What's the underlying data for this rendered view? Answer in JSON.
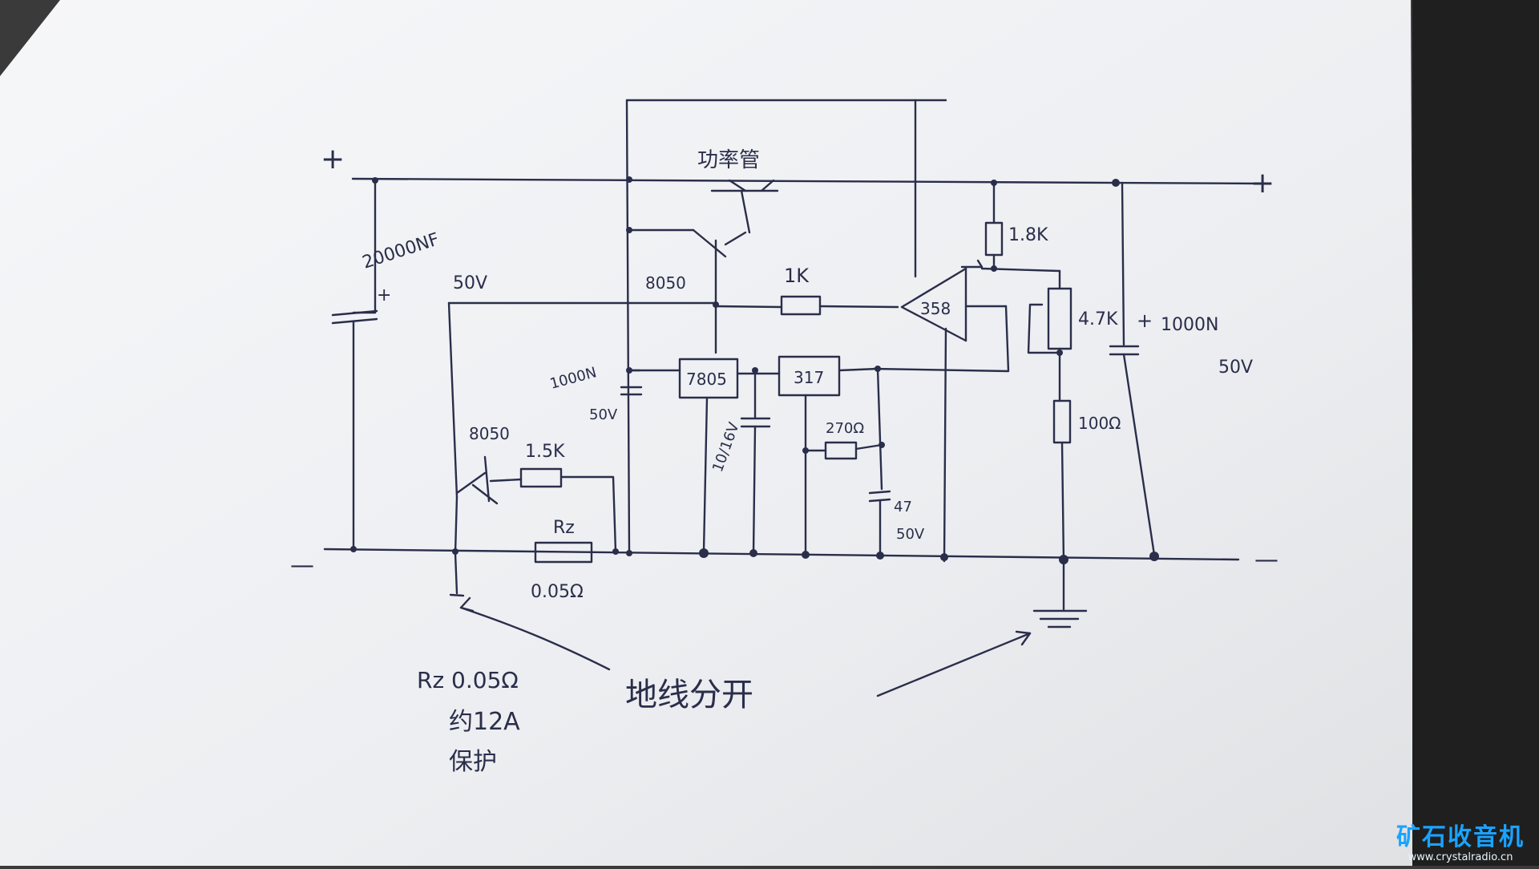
{
  "labels": {
    "plus_left": "+",
    "minus_left": "—",
    "plus_right": "+",
    "minus_right": "—",
    "power_tube": "功率管",
    "cap_main_value": "20000NF",
    "cap_main_voltage": "50V",
    "cap_main_plus": "+",
    "driver_transistor": "8050",
    "r_1k": "1K",
    "opamp": "358",
    "r_1_8k": "1.8K",
    "pot_4_7k": "4.7K",
    "r_100": "100Ω",
    "cap_right_plus": "+",
    "cap_right_value": "1000N",
    "cap_right_voltage": "50V",
    "cap_mid_value": "1000N",
    "cap_mid_voltage": "50V",
    "reg_7805": "7805",
    "reg_317": "317",
    "cap_small_label": "10/16V",
    "r_270": "270Ω",
    "cap_47": "47",
    "cap_47_voltage": "50V",
    "protect_transistor": "8050",
    "r_1_5k": "1.5K",
    "r_sense": "Rz",
    "r_sense_value": "0.05Ω",
    "note_rz": "Rz 0.05Ω",
    "note_current": "约12A",
    "note_protect": "保护",
    "note_ground": "地线分开"
  },
  "watermark": {
    "title": "矿石收音机",
    "url": "www.crystalradio.cn"
  },
  "colors": {
    "ink": "#2a2e4a",
    "paper": "#f2f3f5",
    "background": "#3a3a3a",
    "watermark": "#1aa3ff"
  }
}
